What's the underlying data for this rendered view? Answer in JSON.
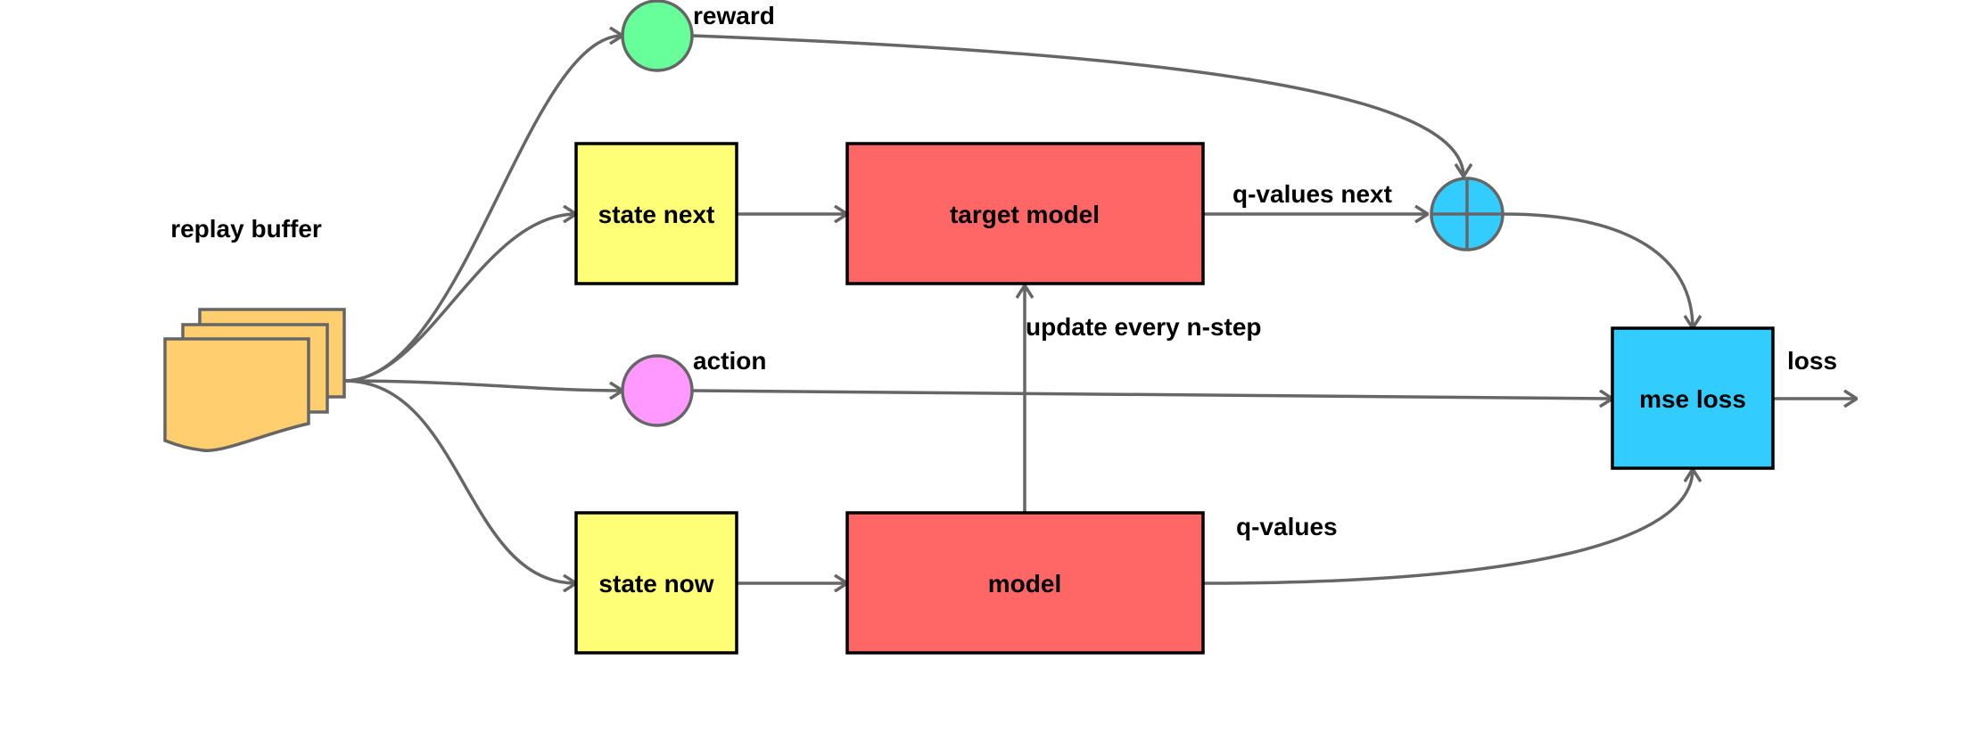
{
  "nodes": {
    "replay_buffer": {
      "label": "replay buffer",
      "color": "#FFCE6E"
    },
    "reward": {
      "label": "reward",
      "color": "#66FF99"
    },
    "action": {
      "label": "action",
      "color": "#FF99FF"
    },
    "state_next": {
      "label": "state next",
      "color": "#FFFF77"
    },
    "state_now": {
      "label": "state now",
      "color": "#FFFF77"
    },
    "target_model": {
      "label": "target model",
      "color": "#FF6666"
    },
    "model": {
      "label": "model",
      "color": "#FF6666"
    },
    "sum_node": {
      "label": "",
      "color": "#33CCFF"
    },
    "mse_loss": {
      "label": "mse loss",
      "color": "#33CCFF"
    }
  },
  "edge_labels": {
    "q_values_next": "q-values next",
    "update": "update every n-step",
    "q_values": "q-values",
    "loss": "loss"
  },
  "colors": {
    "edge": "#666666",
    "box_border": "#000000"
  }
}
